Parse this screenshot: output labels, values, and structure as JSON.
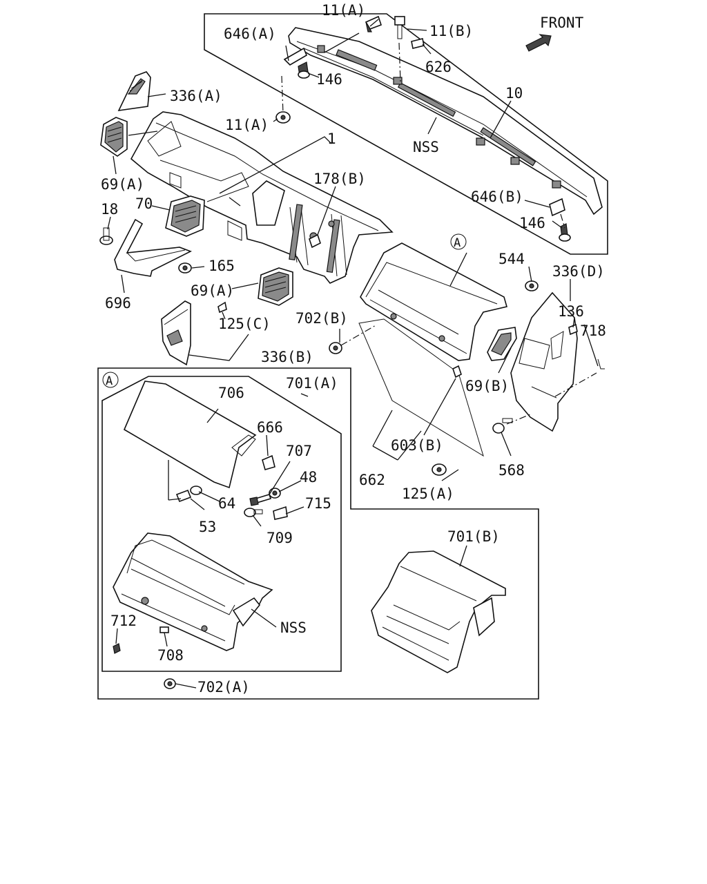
{
  "header": {
    "direction_label": "FRONT"
  },
  "detail_markers": {
    "a_main": "A",
    "a_inset": "A"
  },
  "callouts": {
    "c11a_top": "11(A)",
    "c11b": "11(B)",
    "c646a": "646(A)",
    "c626": "626",
    "c146_top": "146",
    "c336a": "336(A)",
    "c10": "10",
    "c11a_mid": "11(A)",
    "c1": "1",
    "c_nss_top": "NSS",
    "c69a_left": "69(A)",
    "c178b": "178(B)",
    "c646b": "646(B)",
    "c18": "18",
    "c70": "70",
    "c146_right": "146",
    "c165": "165",
    "c544": "544",
    "c336d": "336(D)",
    "c69a_mid": "69(A)",
    "c136": "136",
    "c696": "696",
    "c702b": "702(B)",
    "c718": "718",
    "c125c": "125(C)",
    "c336b": "336(B)",
    "c69b": "69(B)",
    "c706": "706",
    "c701a": "701(A)",
    "c666": "666",
    "c707": "707",
    "c603b": "603(B)",
    "c568": "568",
    "c48": "48",
    "c64": "64",
    "c715": "715",
    "c662": "662",
    "c125a": "125(A)",
    "c53": "53",
    "c709": "709",
    "c701b": "701(B)",
    "c712": "712",
    "c_nss_inset": "NSS",
    "c708": "708",
    "c702a": "702(A)"
  }
}
